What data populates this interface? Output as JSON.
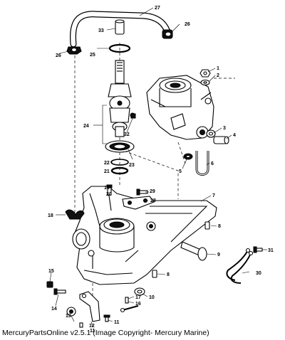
{
  "diagram": {
    "callouts": [
      "1",
      "2",
      "3",
      "4",
      "5",
      "6",
      "7",
      "8",
      "8",
      "9",
      "10",
      "11",
      "11",
      "12",
      "13",
      "14",
      "15",
      "16",
      "17",
      "18",
      "19",
      "20",
      "21",
      "22",
      "23",
      "24",
      "25",
      "26",
      "26",
      "27",
      "28",
      "29",
      "30",
      "31",
      "32",
      "33"
    ]
  },
  "caption": "MercuryPartsOnline v2.5.1 (Image Copyright- Mercury Marine)"
}
